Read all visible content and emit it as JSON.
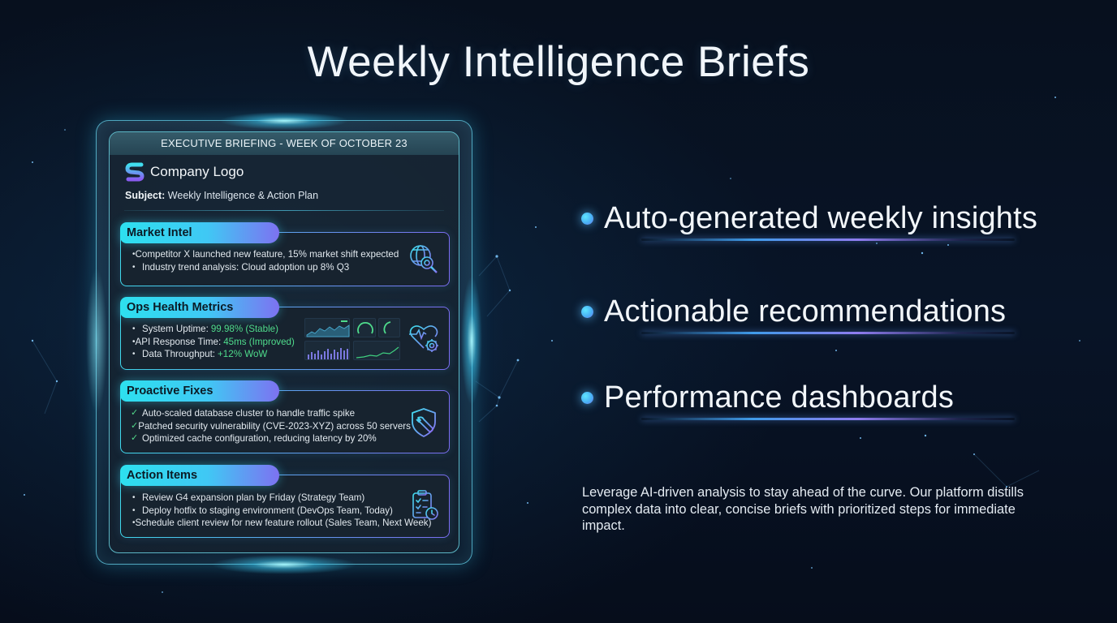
{
  "title": "Weekly Intelligence Briefs",
  "briefing": {
    "banner": "EXECUTIVE BRIEFING - WEEK OF OCTOBER 23",
    "logo_text": "Company Logo",
    "subject_label": "Subject:",
    "subject_value": "Weekly Intelligence & Action Plan",
    "sections": [
      {
        "title": "Market Intel",
        "icon": "globe-search-icon",
        "items": [
          {
            "text": "Competitor X launched new feature, 15% market shift expected"
          },
          {
            "text": "Industry trend analysis: Cloud adoption up 8% Q3"
          }
        ]
      },
      {
        "title": "Ops Health Metrics",
        "icon": "heart-gear-icon",
        "items": [
          {
            "label": "System Uptime:",
            "value": "99.98% (Stable)"
          },
          {
            "label": "API Response Time:",
            "value": "45ms (Improved)"
          },
          {
            "label": "Data Throughput:",
            "value": "+12% WoW"
          }
        ]
      },
      {
        "title": "Proactive Fixes",
        "icon": "shield-wrench-icon",
        "items": [
          {
            "text": "Auto-scaled database cluster to handle traffic spike"
          },
          {
            "text": "Patched security vulnerability (CVE-2023-XYZ) across 50 servers"
          },
          {
            "text": "Optimized cache configuration, reducing latency by 20%"
          }
        ]
      },
      {
        "title": "Action Items",
        "icon": "clipboard-clock-icon",
        "items": [
          {
            "text": "Review G4 expansion plan by Friday (Strategy Team)"
          },
          {
            "text": "Deploy hotfix to staging environment (DevOps Team, Today)"
          },
          {
            "text": "Schedule client review for new feature rollout (Sales Team, Next Week)"
          }
        ]
      }
    ]
  },
  "features": [
    {
      "label": "Auto-generated weekly insights"
    },
    {
      "label": "Actionable recommendations"
    },
    {
      "label": "Performance dashboards"
    }
  ],
  "description": "Leverage AI-driven analysis to stay ahead of the curve. Our platform distills complex data into clear, concise briefs with prioritized steps for immediate impact.",
  "colors": {
    "accent_cyan": "#2de0ef",
    "accent_violet": "#7d72f1",
    "positive_green": "#4fdc8c",
    "background": "#07101e"
  }
}
